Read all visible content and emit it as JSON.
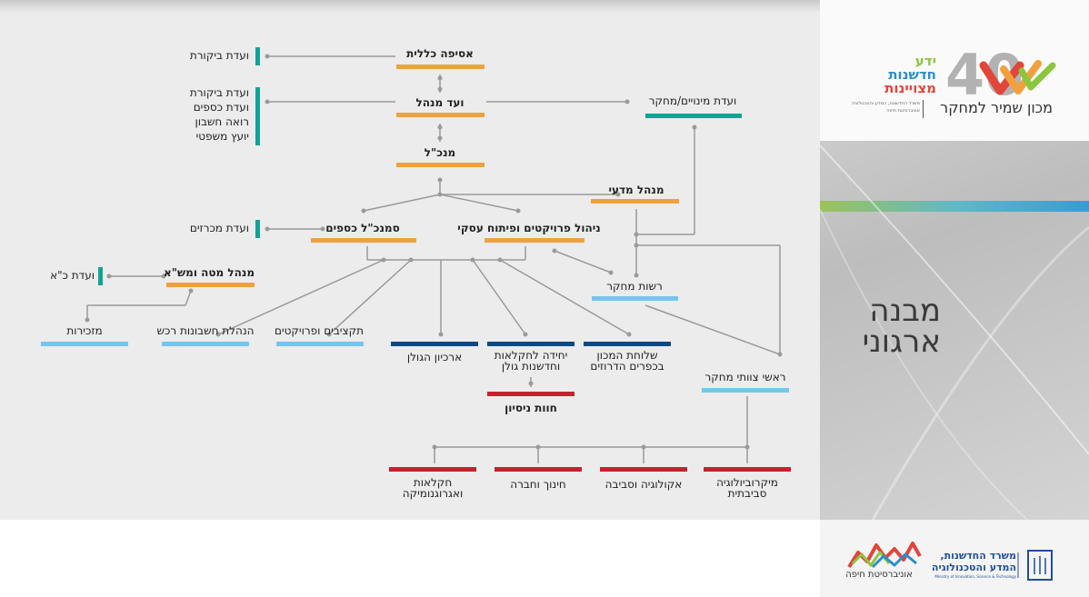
{
  "slide": {
    "title_line1": "מבנה",
    "title_line2": "ארגוני"
  },
  "logo": {
    "anniversary_number": "40",
    "yeda_words": [
      "ידע",
      "חדשנות",
      "מצויינות"
    ],
    "institute_name": "מכון שמיר למחקר",
    "subtitle_line1": "משרד החדשנות, המדע והטכנולוגיה",
    "subtitle_line2": "אוניברסיטת חיפה"
  },
  "footer": {
    "university": "אוניברסיטת חיפה",
    "ministry_line1": "משרד החדשנות,",
    "ministry_line2": "המדע והטכנולוגיה",
    "ministry_en": "Ministry of Innovation, Science & Technology"
  },
  "colors": {
    "orange": "#f0a13e",
    "teal": "#13a294",
    "light_blue": "#74c6ef",
    "navy": "#0d4a85",
    "red": "#c4222e",
    "connector": "#9a9a9a"
  },
  "nodes": {
    "general_assembly": "אסיפה כללית",
    "audit_committee": "ועדת ביקורת",
    "board": "ועד מנהל",
    "board_committees": [
      "ועדת ביקורת",
      "ועדת כספים",
      "רואה חשבון",
      "יועץ משפטי"
    ],
    "appointments_committee": "ועדת מינויים/מחקר",
    "ceo": "מנכ\"ל",
    "scientific_director": "מנהל מדעי",
    "tenders_committee": "ועדת מכרזים",
    "deputy_finance": "סמנכ\"ל כספים",
    "project_management": "ניהול פרויקטים ופיתוח עסקי",
    "hr_committee": "ועדת כ\"א",
    "hq_manager": "מנהל מטה ומש\"א",
    "research_authority": "רשות מחקר",
    "secretariat": "מזכירות",
    "property_accounting": "הנהלת חשבונות רכש",
    "budgets_projects": "תקציבים ופרויקטים",
    "golan_archive": "ארכיון הגולן",
    "agri_unit_line1": "יחידה לחקלאות",
    "agri_unit_line2": "וחדשנות גולן",
    "experimental_farm": "חוות ניסיון",
    "southern_branch_line1": "שלוחת המכון",
    "southern_branch_line2": "בכפרים הדרוזים",
    "research_team_heads": "ראשי צוותי מחקר",
    "agronomy_line1": "חקלאות",
    "agronomy_line2": "ואגרוגנומיקה",
    "education_society": "חינוך וחברה",
    "ecology_environment": "אקולוגיה וסביבה",
    "microbiology_line1": "מיקרוביולוגיה",
    "microbiology_line2": "סביבתית"
  }
}
